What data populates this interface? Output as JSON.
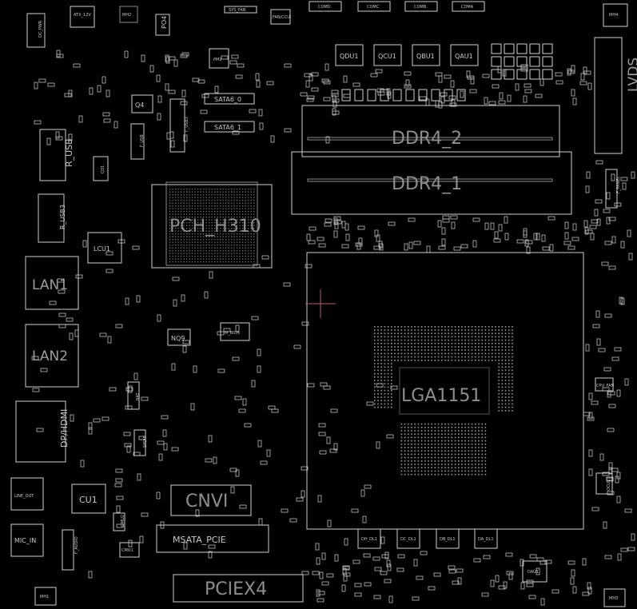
{
  "labels": {
    "dc_pwr": "DC_PWR",
    "atx_12v": "ATX_12V",
    "mh2": "MH2",
    "po4": "PO4",
    "sys_fan": "SYS_FAN",
    "fan_ccu": "FAN/CCU",
    "comd": "COMD",
    "comc": "COMC",
    "comb": "COMB",
    "coma": "COMA",
    "mh4": "MH4",
    "pm1": "PM1",
    "qdu1": "QDU1",
    "qcu1": "QCU1",
    "qbu1": "QBU1",
    "qau1": "QAU1",
    "lvds": "LVDS",
    "q4": "Q4",
    "sata0": "SATA6_0",
    "sata1": "SATA6_1",
    "f_usb3": "F_USB3",
    "ddr4_2": "DDR4_2",
    "ddr4_1": "DDR4_1",
    "r_usb": "R_USB",
    "q31": "Q31",
    "f_usb": "F_USB",
    "f_panel": "F_PANEL",
    "r_usb3": "R_USB3",
    "pch": "PCH_H310",
    "lcu1": "LCU1",
    "lan1": "LAN1",
    "lan2": "LAN2",
    "nq9": "NQ9",
    "m_bios": "M_BIOS",
    "lga": "LGA1151",
    "dp_hdmi": "DP/HDMI",
    "line_out": "LINE_OUT",
    "cu1": "CU1",
    "cnvi": "CNVI",
    "mic_in": "MIC_IN",
    "f_audio": "F_AUDIO",
    "msata": "MSATA_PCIE",
    "cmu1": "CMU1",
    "dh_dl1": "DH_DL1",
    "dc_dl1": "DC_DL1",
    "db_dl1": "DB_DL1",
    "da_dl1": "DA_DL1",
    "dau1": "DAU1",
    "pciex4": "PCIEX4",
    "mh1": "MH1",
    "mh3": "MH3",
    "cpu_fan": "CPU_FAN",
    "ocu1": "OCU1",
    "bat": "BAT",
    "spdif": "SPDIF",
    "dmu2": "DMU2"
  }
}
